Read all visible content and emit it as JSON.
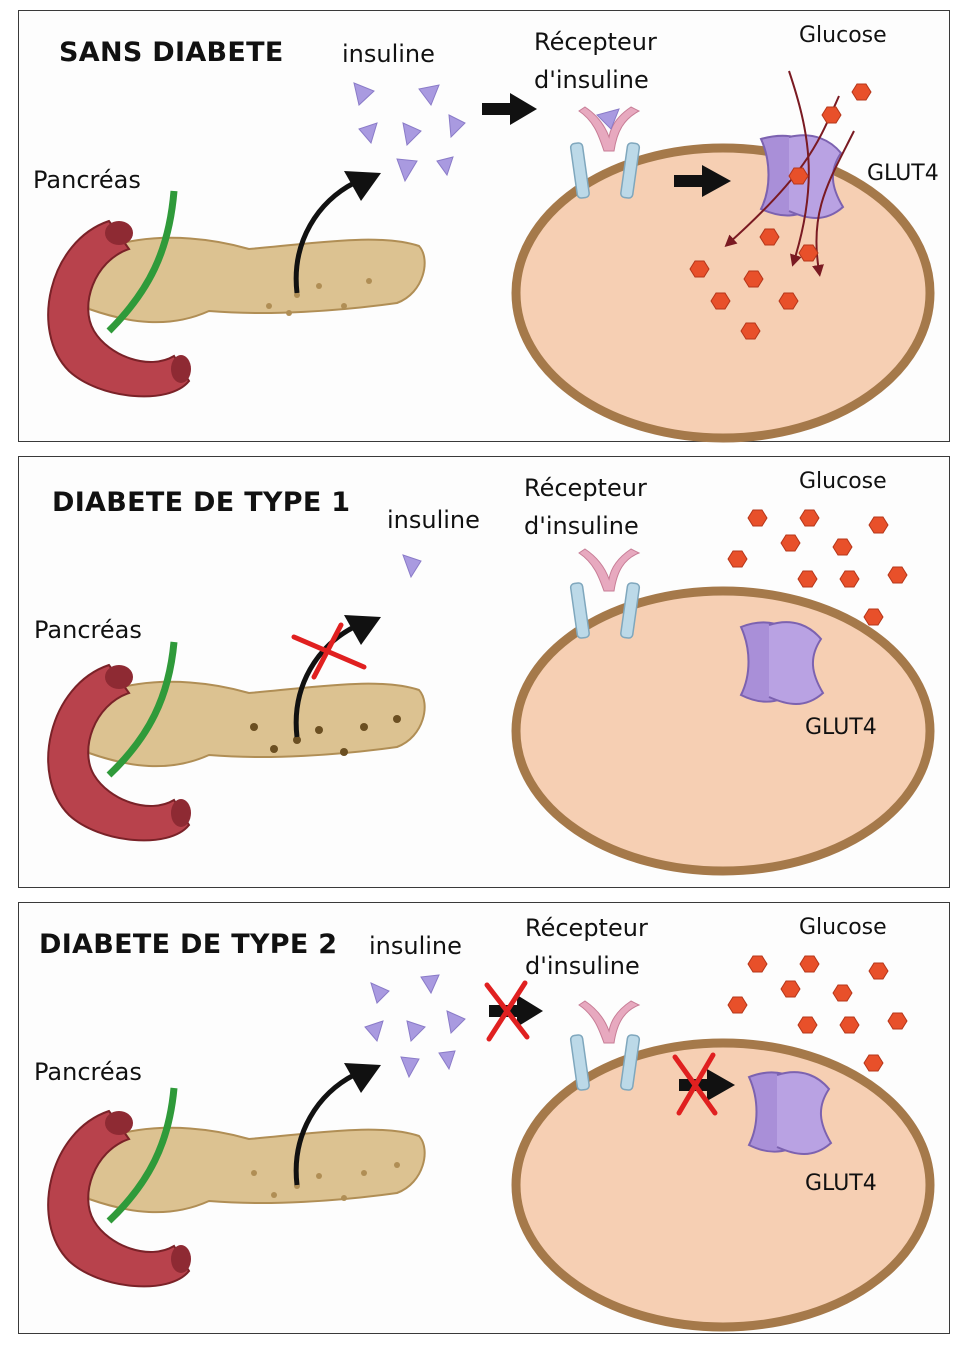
{
  "panels": [
    {
      "title": "SANS DIABETE",
      "pancreas_label": "Pancréas",
      "insulin_label": "insuline",
      "receptor_label": "Récepteur\nd'insuline",
      "glucose_label": "Glucose",
      "glut4_label": "GLUT4"
    },
    {
      "title": "DIABETE DE TYPE 1",
      "pancreas_label": "Pancréas",
      "insulin_label": "insuline",
      "receptor_label": "Récepteur\nd'insuline",
      "glucose_label": "Glucose",
      "glut4_label": "GLUT4"
    },
    {
      "title": "DIABETE DE TYPE 2",
      "pancreas_label": "Pancréas",
      "insulin_label": "insuline",
      "receptor_label": "Récepteur\nd'insuline",
      "glucose_label": "Glucose",
      "glut4_label": "GLUT4"
    }
  ],
  "colors": {
    "cell_fill": "#f6cfb3",
    "cell_border": "#a5794a",
    "insulin": "#a99ae0",
    "glucose": "#e8502a",
    "glut4": "#a98fd8",
    "receptor_pink": "#e7a9bf",
    "receptor_blue": "#bcd9e8",
    "block_cross": "#e02020",
    "pancreas": "#dcc291",
    "duodenum": "#b8424c",
    "duct": "#2f9a3a"
  }
}
